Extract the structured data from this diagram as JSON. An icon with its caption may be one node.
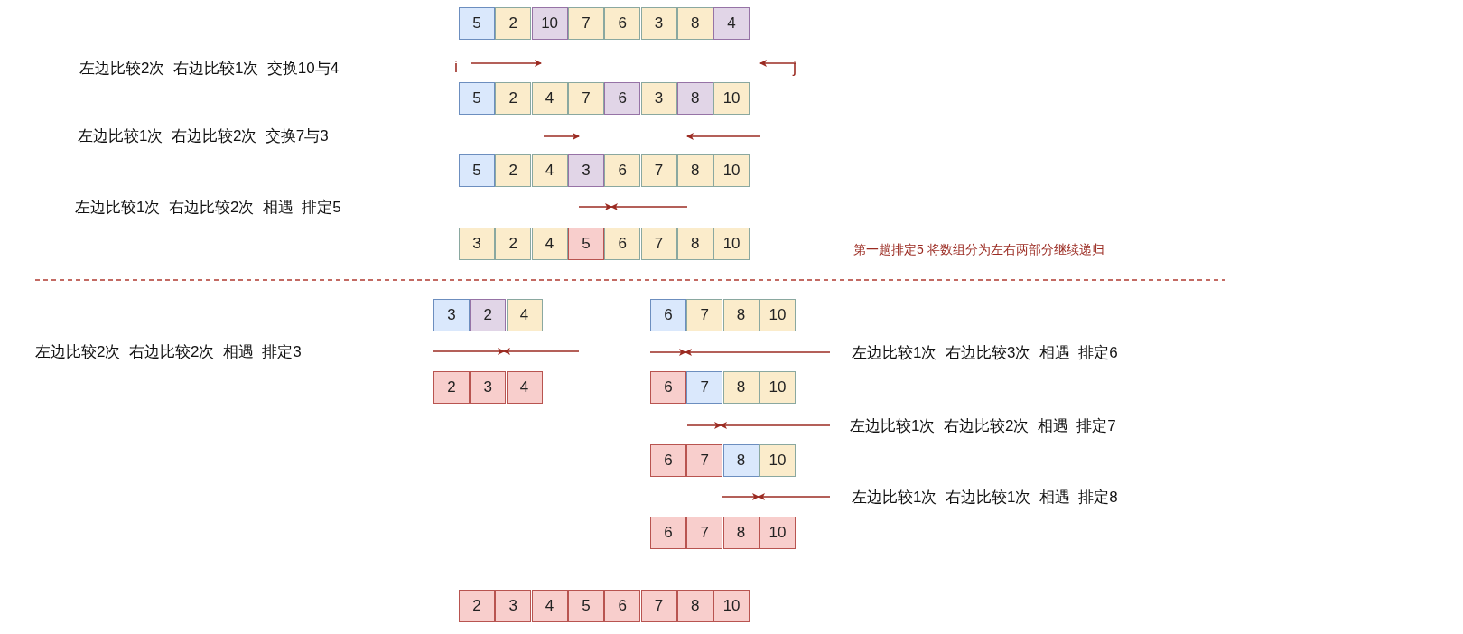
{
  "diagram": {
    "nodes": [
      {
        "text": [
          "5"
        ]
      },
      {
        "text": [
          "2"
        ]
      },
      {
        "text": [
          "10"
        ]
      },
      {
        "text": [
          "7"
        ]
      },
      {
        "text": [
          "6"
        ]
      },
      {
        "text": [
          "3"
        ]
      },
      {
        "text": [
          "8"
        ]
      },
      {
        "text": [
          "4"
        ]
      },
      {
        "text": [
          "5"
        ]
      },
      {
        "text": [
          "2"
        ]
      },
      {
        "text": [
          "4"
        ]
      },
      {
        "text": [
          "7"
        ]
      },
      {
        "text": [
          "6"
        ]
      },
      {
        "text": [
          "3"
        ]
      },
      {
        "text": [
          "8"
        ]
      },
      {
        "text": [
          "10"
        ]
      },
      {
        "text": [
          "5"
        ]
      },
      {
        "text": [
          "2"
        ]
      },
      {
        "text": [
          "4"
        ]
      },
      {
        "text": [
          "3"
        ]
      },
      {
        "text": [
          "6"
        ]
      },
      {
        "text": [
          "7"
        ]
      },
      {
        "text": [
          "8"
        ]
      },
      {
        "text": [
          "10"
        ]
      },
      {
        "text": [
          "3"
        ]
      },
      {
        "text": [
          "2"
        ]
      },
      {
        "text": [
          "4"
        ]
      },
      {
        "text": [
          "5"
        ]
      },
      {
        "text": [
          "6"
        ]
      },
      {
        "text": [
          "7"
        ]
      },
      {
        "text": [
          "8"
        ]
      },
      {
        "text": [
          "10"
        ]
      },
      {
        "text": [
          "3"
        ]
      },
      {
        "text": [
          "2"
        ]
      },
      {
        "text": [
          "4"
        ]
      },
      {
        "text": [
          "6"
        ]
      },
      {
        "text": [
          "7"
        ]
      },
      {
        "text": [
          "8"
        ]
      },
      {
        "text": [
          "10"
        ]
      },
      {
        "text": [
          "2"
        ]
      },
      {
        "text": [
          "3"
        ]
      },
      {
        "text": [
          "4"
        ]
      },
      {
        "text": [
          "6"
        ]
      },
      {
        "text": [
          "7"
        ]
      },
      {
        "text": [
          "8"
        ]
      },
      {
        "text": [
          "10"
        ]
      },
      {
        "text": [
          "6"
        ]
      },
      {
        "text": [
          "7"
        ]
      },
      {
        "text": [
          "8"
        ]
      },
      {
        "text": [
          "10"
        ]
      },
      {
        "text": [
          "6"
        ]
      },
      {
        "text": [
          "7"
        ]
      },
      {
        "text": [
          "8"
        ]
      },
      {
        "text": [
          "10"
        ]
      },
      {
        "text": [
          "2"
        ]
      },
      {
        "text": [
          "3"
        ]
      },
      {
        "text": [
          "4"
        ]
      },
      {
        "text": [
          "5"
        ]
      },
      {
        "text": [
          "6"
        ]
      },
      {
        "text": [
          "7"
        ]
      },
      {
        "text": [
          "8"
        ]
      },
      {
        "text": [
          "10"
        ]
      }
    ],
    "edges": [],
    "labels": [
      "左边比较2次  右边比较1次  交换10与4",
      "i",
      "j",
      "左边比较1次  右边比较2次  交换7与3",
      "左边比较1次  右边比较2次  相遇  排定5",
      "第一趟排定5 将数组分为左右两部分继续递归",
      "左边比较2次  右边比较2次  相遇  排定3",
      "左边比较1次  右边比较3次  相遇  排定6",
      "左边比较1次  右边比较2次  相遇  排定7",
      "左边比较1次  右边比较1次  相遇  排定8"
    ]
  }
}
